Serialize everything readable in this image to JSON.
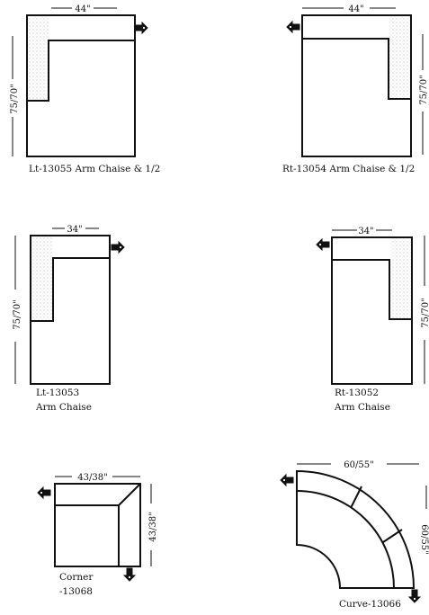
{
  "colors": {
    "line": "#111111",
    "stipple": "#8a8a8a",
    "background": "#ffffff"
  },
  "icons": {
    "arrow": "direction-arrow-icon"
  },
  "pieces": [
    {
      "id": "lt-13055",
      "caption_lines": [
        "Lt-13055 Arm Chaise & 1/2"
      ],
      "width_label": "44\"",
      "depth_label": "75/70\""
    },
    {
      "id": "rt-13054",
      "caption_lines": [
        "Rt-13054 Arm Chaise & 1/2"
      ],
      "width_label": "44\"",
      "depth_label": "75/70\""
    },
    {
      "id": "lt-13053",
      "caption_lines": [
        "Lt-13053",
        "Arm Chaise"
      ],
      "width_label": "34\"",
      "depth_label": "75/70\""
    },
    {
      "id": "rt-13052",
      "caption_lines": [
        "Rt-13052",
        "Arm Chaise"
      ],
      "width_label": "34\"",
      "depth_label": "75/70\""
    },
    {
      "id": "corner-13068",
      "caption_lines": [
        "Corner",
        "-13068"
      ],
      "width_label": "43/38\"",
      "depth_label": "43/38\""
    },
    {
      "id": "curve-13066",
      "caption_lines": [
        "Curve-13066"
      ],
      "width_label": "60/55\"",
      "depth_label": "60/55\""
    }
  ]
}
